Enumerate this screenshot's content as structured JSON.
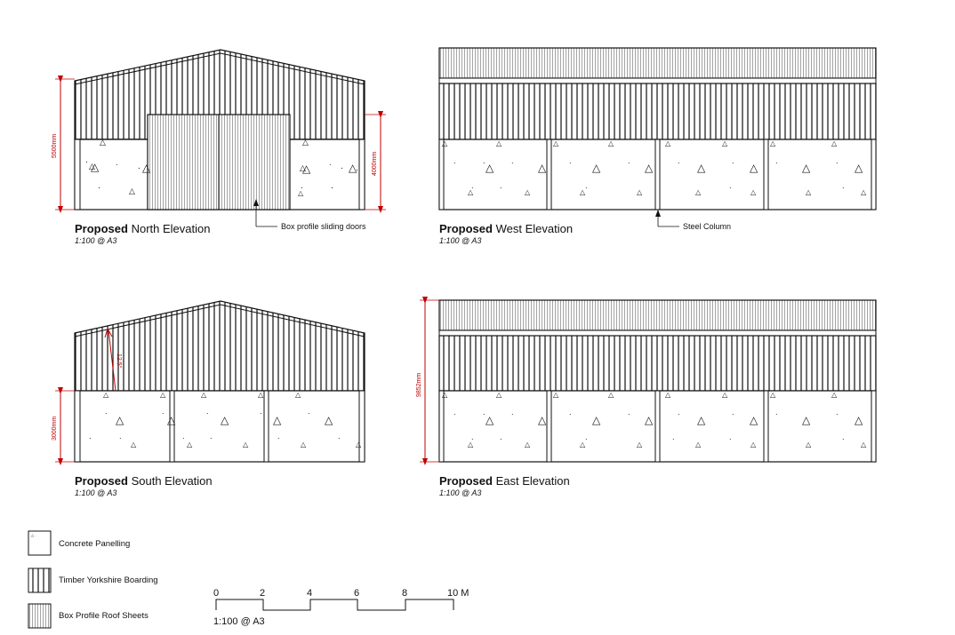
{
  "drawings": [
    {
      "title_bold": "Proposed",
      "title_rest": " North Elevation",
      "scale": "1:100 @ A3",
      "dimensions": [
        "5500mm",
        "4000mm"
      ],
      "annotation": "Box profile sliding doors"
    },
    {
      "title_bold": "Proposed",
      "title_rest": " West Elevation",
      "scale": "1:100 @ A3",
      "annotation": "Steel Column"
    },
    {
      "title_bold": "Proposed",
      "title_rest": " South Elevation",
      "scale": "1:100 @ A3",
      "dimensions": [
        "3000mm",
        "12.5°"
      ]
    },
    {
      "title_bold": "Proposed",
      "title_rest": " East Elevation",
      "scale": "1:100 @ A3",
      "dimensions": [
        "9852mm"
      ]
    }
  ],
  "legend": [
    {
      "label": "Concrete Panelling",
      "icon": "concrete-swatch-icon"
    },
    {
      "label": "Timber Yorkshire Boarding",
      "icon": "timber-swatch-icon"
    },
    {
      "label": "Box Profile Roof Sheets",
      "icon": "roof-sheet-swatch-icon"
    }
  ],
  "scale_bar": {
    "ticks": [
      "0",
      "2",
      "4",
      "6",
      "8",
      "10 M"
    ],
    "caption": "1:100 @ A3"
  },
  "colors": {
    "line": "#111111",
    "dimension": "#c00000"
  }
}
